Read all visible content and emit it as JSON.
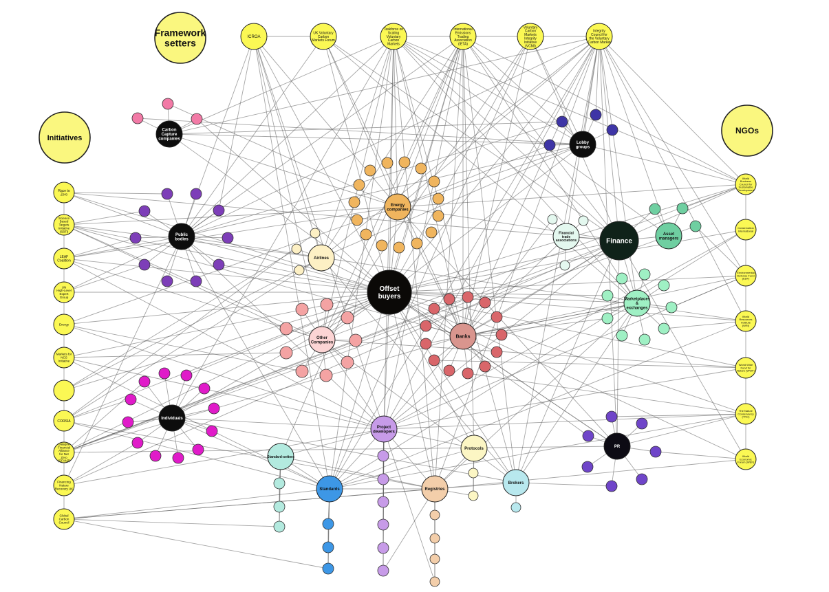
{
  "diagram": {
    "nodes": [
      {
        "id": "framework_setters",
        "label": "Framework setters",
        "group": "title",
        "color": "#faf77f"
      },
      {
        "id": "initiatives",
        "label": "Initiatives",
        "group": "title",
        "color": "#faf77f"
      },
      {
        "id": "ngos",
        "label": "NGOs",
        "group": "title",
        "color": "#faf77f"
      },
      {
        "id": "icroa",
        "label": "ICROA",
        "group": "framework",
        "color": "#fbf854"
      },
      {
        "id": "ukvcmf",
        "label": "UK Voluntary Carbon Markets Forum",
        "group": "framework",
        "color": "#fbf854"
      },
      {
        "id": "tsvcm",
        "label": "Taskforce on Scaling Voluntary Carbon Markets",
        "group": "framework",
        "color": "#fbf854"
      },
      {
        "id": "ieta",
        "label": "International Emissions Trading Association (IETA)",
        "group": "framework",
        "color": "#fbf854"
      },
      {
        "id": "vcmi",
        "label": "Voluntary Carbon Markets Integrity Initiative (VCMI)",
        "group": "framework",
        "color": "#fbf854"
      },
      {
        "id": "icvcm",
        "label": "Integrity Council for the Voluntary Carbon Market",
        "group": "framework",
        "color": "#fbf854"
      },
      {
        "id": "race_to_zero",
        "label": "Race to Zero",
        "group": "initiative",
        "color": "#fbf854"
      },
      {
        "id": "sbti",
        "label": "Science Based Targets Initiative (SBTi)",
        "group": "initiative",
        "color": "#fbf854"
      },
      {
        "id": "leaf",
        "label": "LEAF Coalition",
        "group": "initiative",
        "color": "#fbf854"
      },
      {
        "id": "un_hleg",
        "label": "UN High-Level Expert Group",
        "group": "initiative",
        "color": "#fbf854"
      },
      {
        "id": "energy_init",
        "label": "Energy",
        "group": "initiative",
        "color": "#fbf854"
      },
      {
        "id": "markets_ncs",
        "label": "Markets for NCS Initiative",
        "group": "initiative",
        "color": "#fbf854"
      },
      {
        "id": "icao",
        "label": "",
        "group": "initiative",
        "color": "#fbf854"
      },
      {
        "id": "corsia",
        "label": "CORSIA",
        "group": "initiative",
        "color": "#fbf854"
      },
      {
        "id": "gfanz",
        "label": "Glasgow Financial Alliance for Net Zero (GFANZ)",
        "group": "initiative",
        "color": "#fbf854"
      },
      {
        "id": "fnr_uk",
        "label": "Financing Nature Recovery UK",
        "group": "initiative",
        "color": "#fbf854"
      },
      {
        "id": "gcc",
        "label": "Global Carbon Council",
        "group": "initiative",
        "color": "#fbf854"
      },
      {
        "id": "wbcsd",
        "label": "World Business Council for Sustainable Development",
        "group": "ngo",
        "color": "#fbf854"
      },
      {
        "id": "conservation_intl",
        "label": "Conservation International",
        "group": "ngo",
        "color": "#fbf854"
      },
      {
        "id": "edf",
        "label": "Environmental Defense Fund (EDF)",
        "group": "ngo",
        "color": "#fbf854"
      },
      {
        "id": "wri",
        "label": "World Resources Institute (WRI)",
        "group": "ngo",
        "color": "#fbf854"
      },
      {
        "id": "wwf",
        "label": "World Wide Fund for Nature (WWF)",
        "group": "ngo",
        "color": "#fbf854"
      },
      {
        "id": "tnc",
        "label": "The Nature Conservancy (TNC)",
        "group": "ngo",
        "color": "#fbf854"
      },
      {
        "id": "wef",
        "label": "World Economic Forum (WEF)",
        "group": "ngo",
        "color": "#fbf854"
      },
      {
        "id": "carbon_capture",
        "label": "Carbon Capture companies",
        "group": "hub",
        "color": "#0d0d0d"
      },
      {
        "id": "lobby_groups",
        "label": "Lobby groups",
        "group": "hub",
        "color": "#0d0d0d"
      },
      {
        "id": "energy_companies",
        "label": "Energy companies",
        "group": "hub",
        "color": "#f0b55e"
      },
      {
        "id": "public_bodies",
        "label": "Public bodies",
        "group": "hub",
        "color": "#0d0d0d"
      },
      {
        "id": "airlines",
        "label": "Airlines",
        "group": "hub",
        "color": "#fdf0c4"
      },
      {
        "id": "offset_buyers",
        "label": "Offset buyers",
        "group": "hub",
        "color": "#0b0907"
      },
      {
        "id": "fin_trade_assoc",
        "label": "Financial trade associations",
        "group": "hub",
        "color": "#e4f8ef"
      },
      {
        "id": "finance",
        "label": "Finance",
        "group": "hub",
        "color": "#0f2219"
      },
      {
        "id": "asset_managers",
        "label": "Asset managers",
        "group": "hub",
        "color": "#6fcfa1"
      },
      {
        "id": "marketplaces",
        "label": "Marketplaces & exchanges",
        "group": "hub",
        "color": "#9ff0c4"
      },
      {
        "id": "other_companies",
        "label": "Other Companies",
        "group": "hub",
        "color": "#fcd4d4"
      },
      {
        "id": "banks",
        "label": "Banks",
        "group": "hub",
        "color": "#d9958e"
      },
      {
        "id": "individuals",
        "label": "Individuals",
        "group": "hub",
        "color": "#0d0d0d"
      },
      {
        "id": "project_developers",
        "label": "Project developers",
        "group": "hub",
        "color": "#c79be8"
      },
      {
        "id": "protocols",
        "label": "Protocols",
        "group": "hub",
        "color": "#fcf6c4"
      },
      {
        "id": "pr",
        "label": "PR",
        "group": "hub",
        "color": "#0d0b14"
      },
      {
        "id": "standard_setters",
        "label": "Standard-setters",
        "group": "hub",
        "color": "#b3eadf"
      },
      {
        "id": "standards",
        "label": "Standards",
        "group": "hub",
        "color": "#3d97e6"
      },
      {
        "id": "registries",
        "label": "Registries",
        "group": "hub",
        "color": "#f3ceaa"
      },
      {
        "id": "brokers",
        "label": "Brokers",
        "group": "hub",
        "color": "#b8e8ee"
      }
    ]
  }
}
